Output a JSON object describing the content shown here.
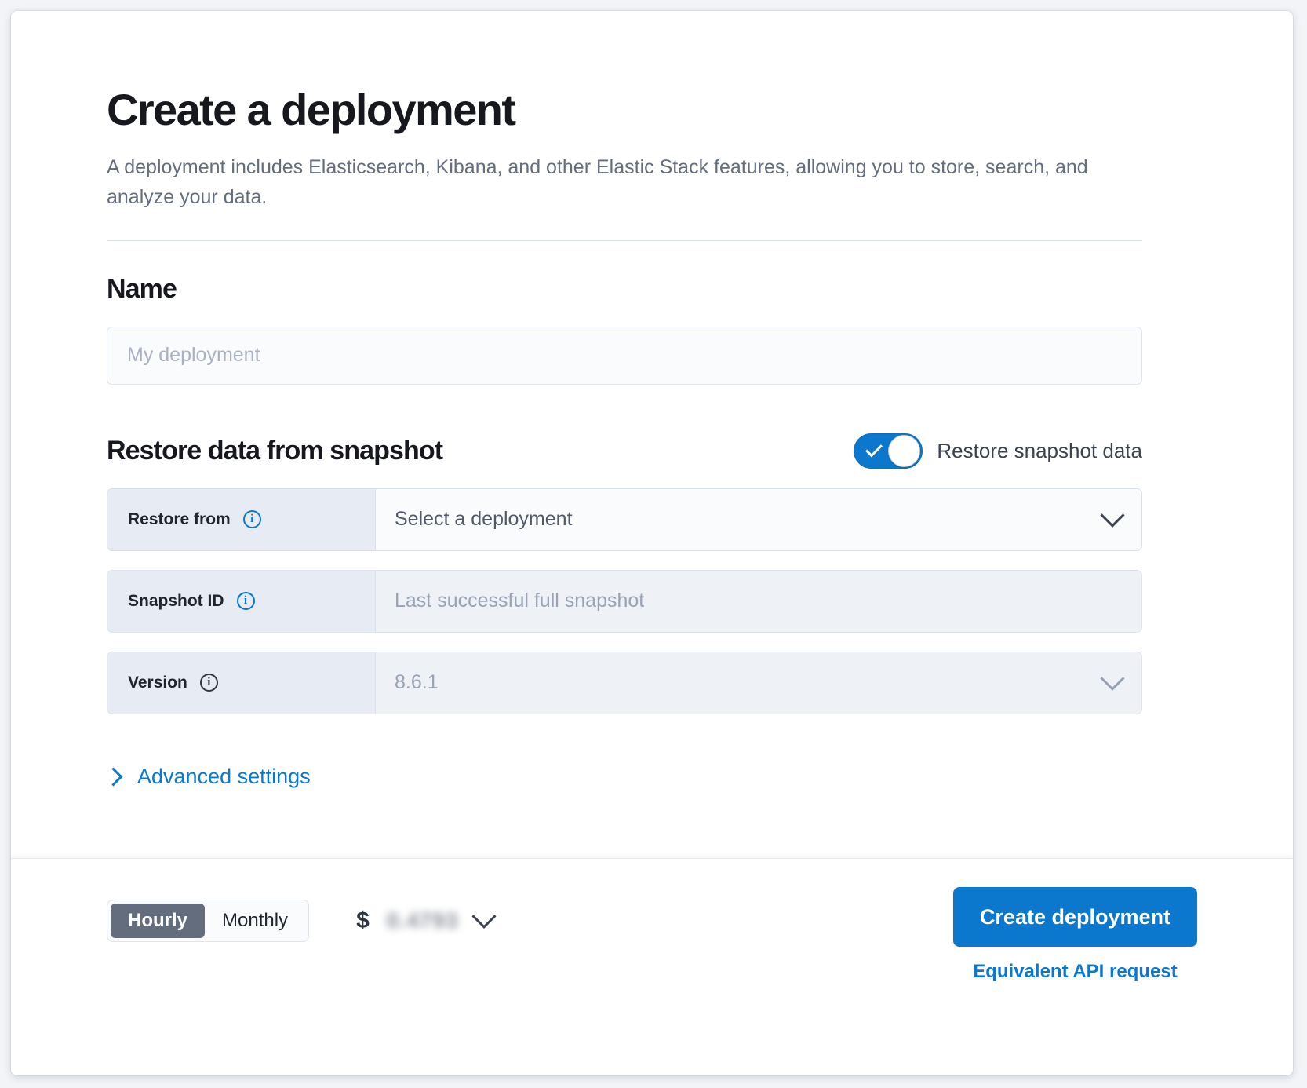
{
  "header": {
    "title": "Create a deployment",
    "subtitle": "A deployment includes Elasticsearch, Kibana, and other Elastic Stack features, allowing you to store, search, and analyze your data."
  },
  "name_section": {
    "heading": "Name",
    "placeholder": "My deployment",
    "value": ""
  },
  "restore_section": {
    "heading": "Restore data from snapshot",
    "toggle": {
      "label": "Restore snapshot data",
      "checked": true,
      "on_color": "#0b78ce"
    },
    "rows": [
      {
        "label": "Restore from",
        "info_icon": "info-icon",
        "value": "Select a deployment",
        "control": "select",
        "disabled": false,
        "chevron": "chevron-down-icon"
      },
      {
        "label": "Snapshot ID",
        "info_icon": "info-icon",
        "value": "Last successful full snapshot",
        "control": "text",
        "disabled": true,
        "chevron": ""
      },
      {
        "label": "Version",
        "info_icon": "info-icon",
        "value": "8.6.1",
        "control": "select",
        "disabled": true,
        "chevron": "chevron-down-icon"
      }
    ]
  },
  "advanced": {
    "label": "Advanced settings",
    "icon": "chevron-right-icon",
    "expanded": false
  },
  "footer": {
    "billing_options": [
      {
        "label": "Hourly",
        "selected": true
      },
      {
        "label": "Monthly",
        "selected": false
      }
    ],
    "price": {
      "currency_symbol": "$",
      "amount": "0.4793",
      "obscured": true,
      "chevron": "chevron-down-icon"
    },
    "create_button": "Create deployment",
    "api_link": "Equivalent API request"
  },
  "colors": {
    "accent": "#0b78ce",
    "text_primary": "#16181d",
    "text_muted": "#646d7d",
    "row_label_bg": "#e7ebf3",
    "segment_active_bg": "#646d7d"
  }
}
